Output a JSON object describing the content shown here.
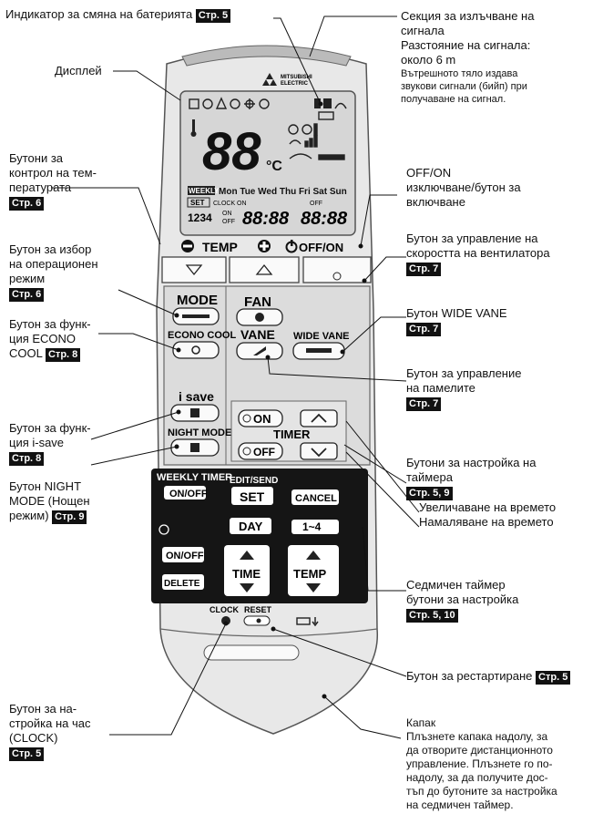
{
  "brand": {
    "name_line1": "MITSUBISHI",
    "name_line2": "ELECTRIC"
  },
  "display": {
    "temp_digits": "88",
    "temp_unit": "°C",
    "weekly_label": "WEEKLY",
    "days": "Mon Tue Wed Thu Fri Sat Sun",
    "set_label": "SET",
    "clock_on": "CLOCK ON",
    "off_small": "OFF",
    "on_small": "ON",
    "program_digits": "1234",
    "time1": "88:88",
    "time2": "88:88"
  },
  "remote_labels": {
    "temp": "TEMP",
    "off_on": "OFF/ON",
    "mode": "MODE",
    "econo_cool": "ECONO COOL",
    "fan": "FAN",
    "vane": "VANE",
    "wide_vane": "WIDE VANE",
    "i_save": "i save",
    "night_mode": "NIGHT MODE",
    "timer_on": "ON",
    "timer": "TIMER",
    "timer_off": "OFF",
    "weekly_timer": "WEEKLY TIMER",
    "edit_send": "EDIT/SEND",
    "on_off": "ON/OFF",
    "set": "SET",
    "cancel": "CANCEL",
    "day": "DAY",
    "range": "1~4",
    "delete": "DELETE",
    "time": "TIME",
    "temp_btn": "TEMP",
    "clock": "CLOCK",
    "reset": "RESET"
  },
  "annotations": {
    "battery_indicator": {
      "text": "Индикатор за смяна на батерията",
      "ref": "Стр. 5"
    },
    "signal_section": {
      "line1": "Секция за излъчване на",
      "line2": "сигнала",
      "line3": "Разстояние на сигнала:",
      "line4": "около 6 m",
      "note1": "Вътрешното тяло издава",
      "note2": "звукови сигнали (бийп) при",
      "note3": "получаване на сигнал."
    },
    "display": {
      "text": "Дисплей"
    },
    "temp_control": {
      "line1": "Бутони за",
      "line2": "контрол на тем-",
      "line3": "пературата",
      "ref": "Стр. 6"
    },
    "off_on": {
      "line1": "OFF/ON",
      "line2": "изключване/бутон за",
      "line3": "включване"
    },
    "mode_select": {
      "line1": "Бутон за избор",
      "line2": "на операционен",
      "line3": "режим",
      "ref": "Стр. 6"
    },
    "fan_speed": {
      "line1": "Бутон за управление на",
      "line2": "скоростта на вентилатора",
      "ref": "Стр. 7"
    },
    "econo_cool": {
      "line1": "Бутон за функ-",
      "line2": "ция ECONO",
      "line3": "COOL",
      "ref": "Стр. 8"
    },
    "wide_vane": {
      "line1": "Бутон WIDE VANE",
      "ref": "Стр. 7"
    },
    "vane": {
      "line1": "Бутон за управление",
      "line2": "на памелите",
      "ref": "Стр. 7"
    },
    "i_save": {
      "line1": "Бутон за функ-",
      "line2": "ция i-save",
      "ref": "Стр. 8"
    },
    "night_mode": {
      "line1": "Бутон NIGHT",
      "line2": "MODE (Нощен",
      "line3": "режим)",
      "ref": "Стр. 9"
    },
    "timer_set": {
      "line1": "Бутони за настройка на",
      "line2": "таймера",
      "ref": "Стр. 5, 9",
      "line3": "Увеличаване на времето",
      "line4": "Намаляване на времето"
    },
    "weekly_timer": {
      "line1": "Седмичен таймер",
      "line2": "бутони за настройка",
      "ref": "Стр. 5, 10"
    },
    "reset": {
      "text": "Бутон за рестартиране",
      "ref": "Стр. 5"
    },
    "clock": {
      "line1": "Бутон за на-",
      "line2": "стройка на час",
      "line3": "(CLOCK)",
      "ref": "Стр. 5"
    },
    "cover": {
      "line1": "Капак",
      "line2": "Плъзнете капака надолу, за",
      "line3": "да отворите дистанционното",
      "line4": "управление. Плъзнете го по-",
      "line5": "надолу, за да получите дос-",
      "line6": "тъп до бутоните за настройка",
      "line7": "на седмичен таймер."
    }
  }
}
